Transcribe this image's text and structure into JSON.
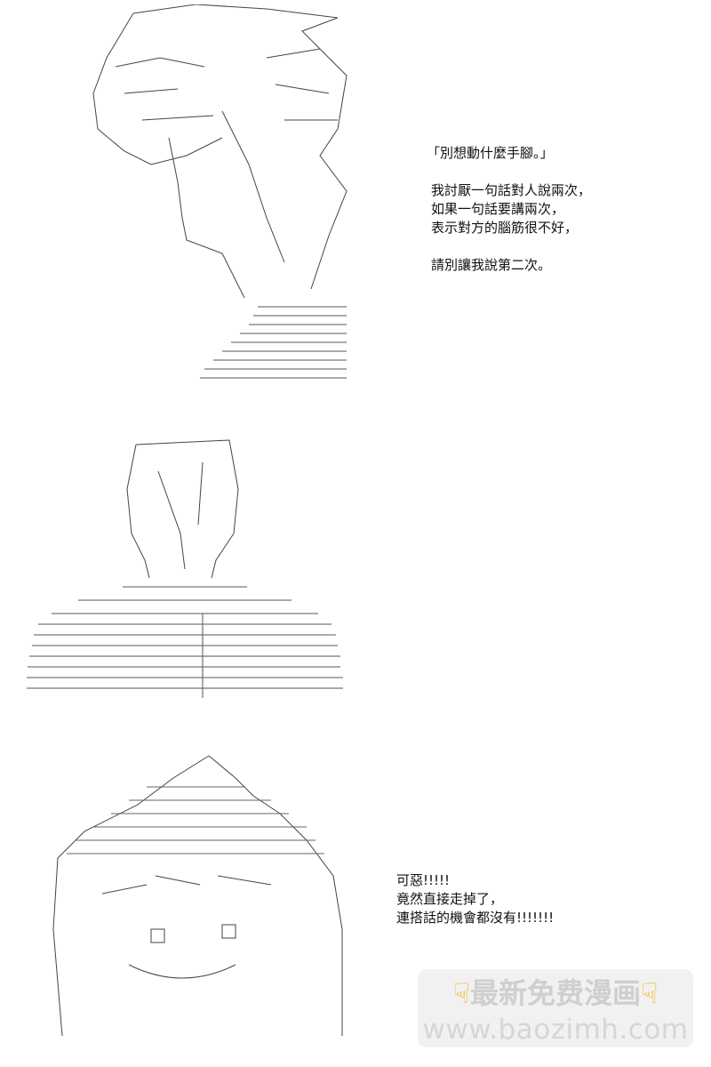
{
  "panel1": {
    "lines": [
      "「別想動什麼手腳。」",
      "",
      "我討厭一句話對人說兩次，",
      "如果一句話要講兩次，",
      "表示對方的腦筋很不好，",
      "",
      "請別讓我說第二次。"
    ]
  },
  "panel3": {
    "lines": [
      "可惡!!!!!",
      "竟然直接走掉了，",
      "連搭話的機會都沒有!!!!!!!"
    ]
  },
  "watermark": {
    "line1": "最新免费漫画",
    "line2": "www.baozimh.com",
    "emoji_icon": "pointing-down-hand-icon"
  }
}
